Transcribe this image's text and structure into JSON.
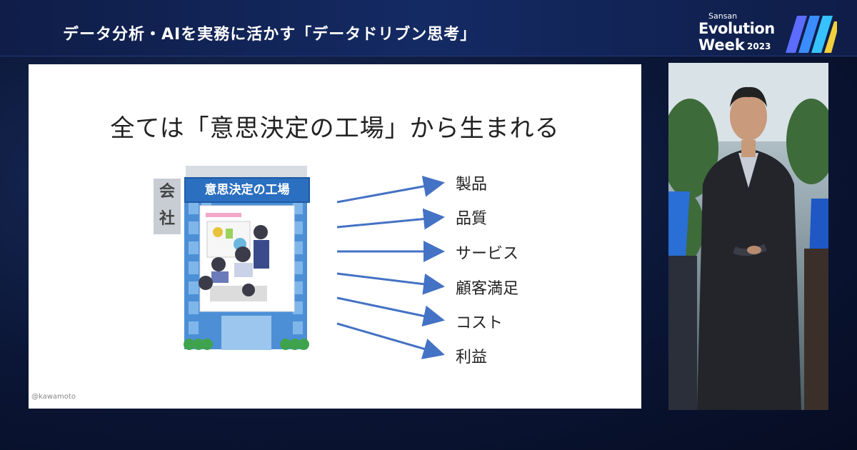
{
  "header": {
    "title": "データ分析・AIを実務に活かす「データドリブン思考」"
  },
  "logo": {
    "brand": "Sansan",
    "line1": "Evolution",
    "line2": "Week",
    "year": "2023"
  },
  "slide": {
    "title": "全ては「意思決定の工場」から生まれる",
    "building": {
      "side_label": "会社",
      "sign": "意思決定の工場"
    },
    "outputs": [
      "製品",
      "品質",
      "サービス",
      "顧客満足",
      "コスト",
      "利益"
    ],
    "credit": "@kawamoto"
  },
  "colors": {
    "accent_blue": "#2b6fc0",
    "arrow_blue": "#4472c4",
    "header_bg": "#142a63"
  }
}
